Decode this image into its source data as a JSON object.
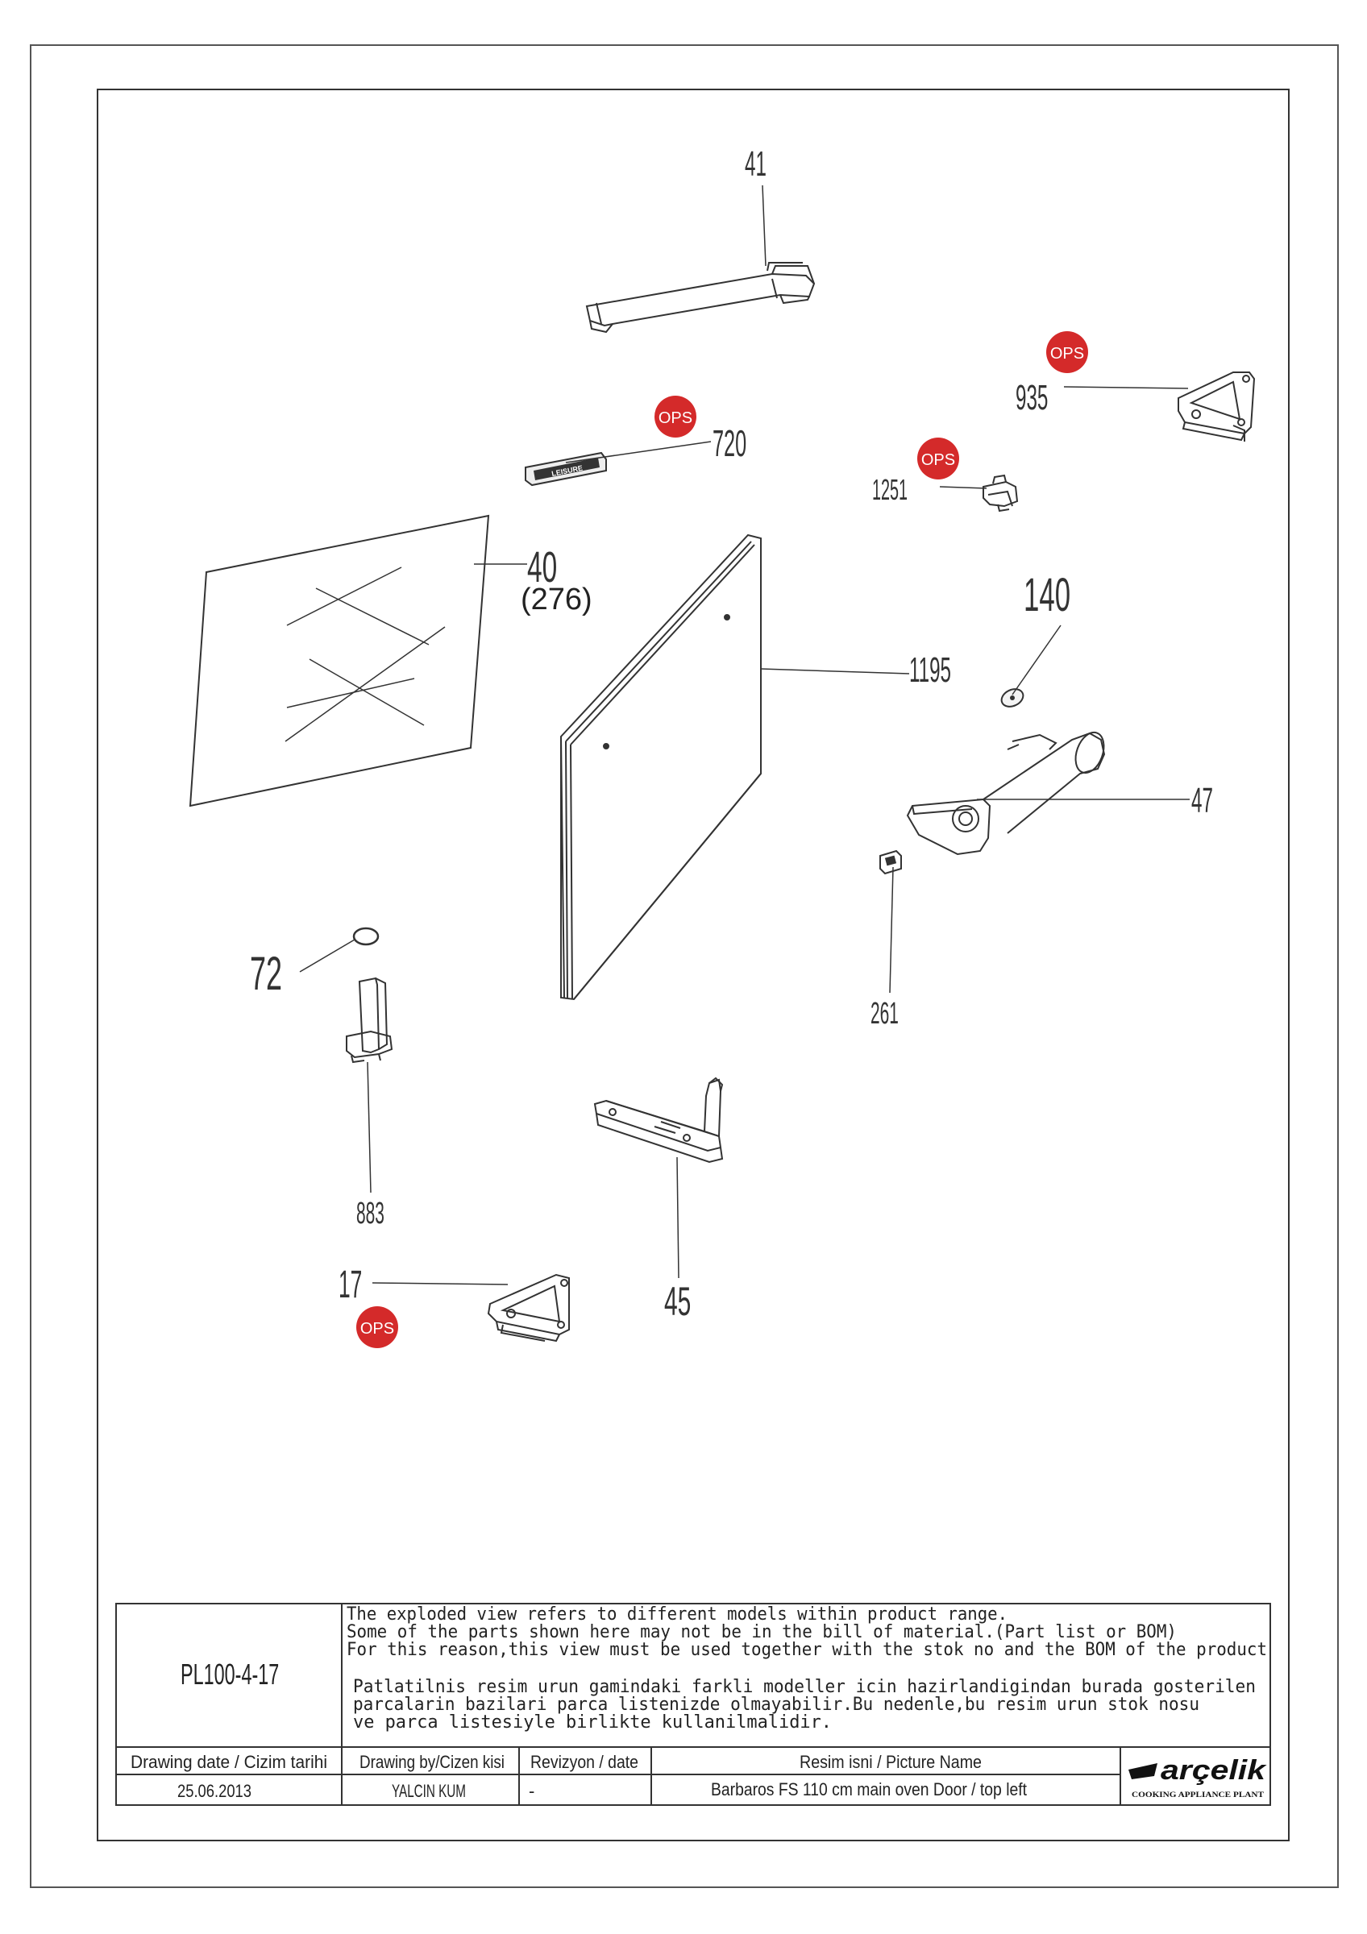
{
  "callouts": {
    "p41": "41",
    "p935": "935",
    "p720": "720",
    "p1251": "1251",
    "p40": "40",
    "p276": "(276)",
    "p1195": "1195",
    "p140": "140",
    "p47": "47",
    "p261": "261",
    "p72": "72",
    "p883": "883",
    "p17": "17",
    "p45": "45"
  },
  "ops_badges": [
    "OPS",
    "OPS",
    "OPS",
    "OPS"
  ],
  "badge_color": "#d42a2a",
  "nameplate_text": "LEISURE",
  "title_block": {
    "drawing_no": "PL100-4-17",
    "note_en": [
      "The exploded view refers to different models within product range.",
      "Some of the parts shown here may not be in the bill of material.(Part list or BOM)",
      "For this reason,this view must be used together with the stok no and the BOM of the product"
    ],
    "note_tr": [
      "Patlatilnis resim urun gamindaki farkli modeller icin hazirlandigindan burada gosterilen",
      "parcalarin bazilari parca listenizde olmayabilir.Bu nedenle,bu resim urun stok nosu",
      "ve parca listesiyle birlikte kullanilmalidir."
    ],
    "headers": {
      "date": "Drawing date / Cizim tarihi",
      "by": "Drawing by/Cizen kisi",
      "rev": "Revizyon / date",
      "name": "Resim isni / Picture Name"
    },
    "values": {
      "date": "25.06.2013",
      "by": "YALCIN KUM",
      "rev": "-",
      "name": "Barbaros FS 110 cm main oven Door / top left"
    },
    "logo": {
      "brand": "arçelik",
      "subtitle": "COOKING APPLIANCE PLANT"
    }
  }
}
